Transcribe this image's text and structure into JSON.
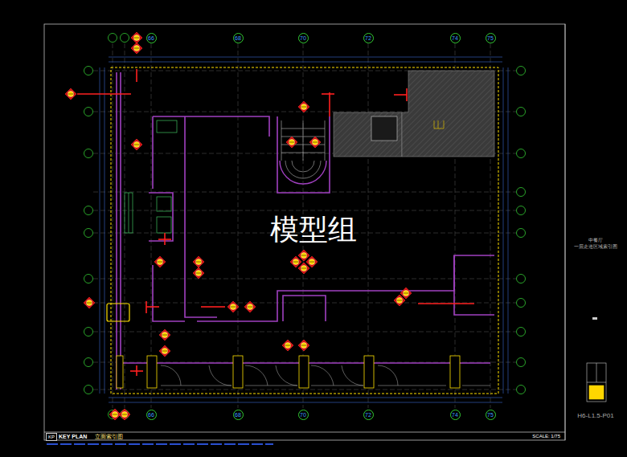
{
  "diagram": {
    "nodes": [
      {
        "text": [
          "66"
        ]
      },
      {
        "text": [
          "68"
        ]
      },
      {
        "text": [
          "70"
        ]
      },
      {
        "text": [
          "72"
        ]
      },
      {
        "text": [
          "74"
        ]
      },
      {
        "text": [
          "75"
        ]
      },
      {
        "text": [
          "66"
        ]
      },
      {
        "text": [
          "68"
        ]
      },
      {
        "text": [
          "70"
        ]
      },
      {
        "text": [
          "72"
        ]
      },
      {
        "text": [
          "74"
        ]
      },
      {
        "text": [
          "75"
        ]
      },
      {
        "text": [
          "KP"
        ]
      }
    ],
    "labels": [
      "模型组",
      "KEY PLAN",
      "立面索引图",
      "SCALE: 1/75",
      "中餐厅",
      "一层走道区域索引图",
      "H6-L1.5-P01"
    ]
  }
}
